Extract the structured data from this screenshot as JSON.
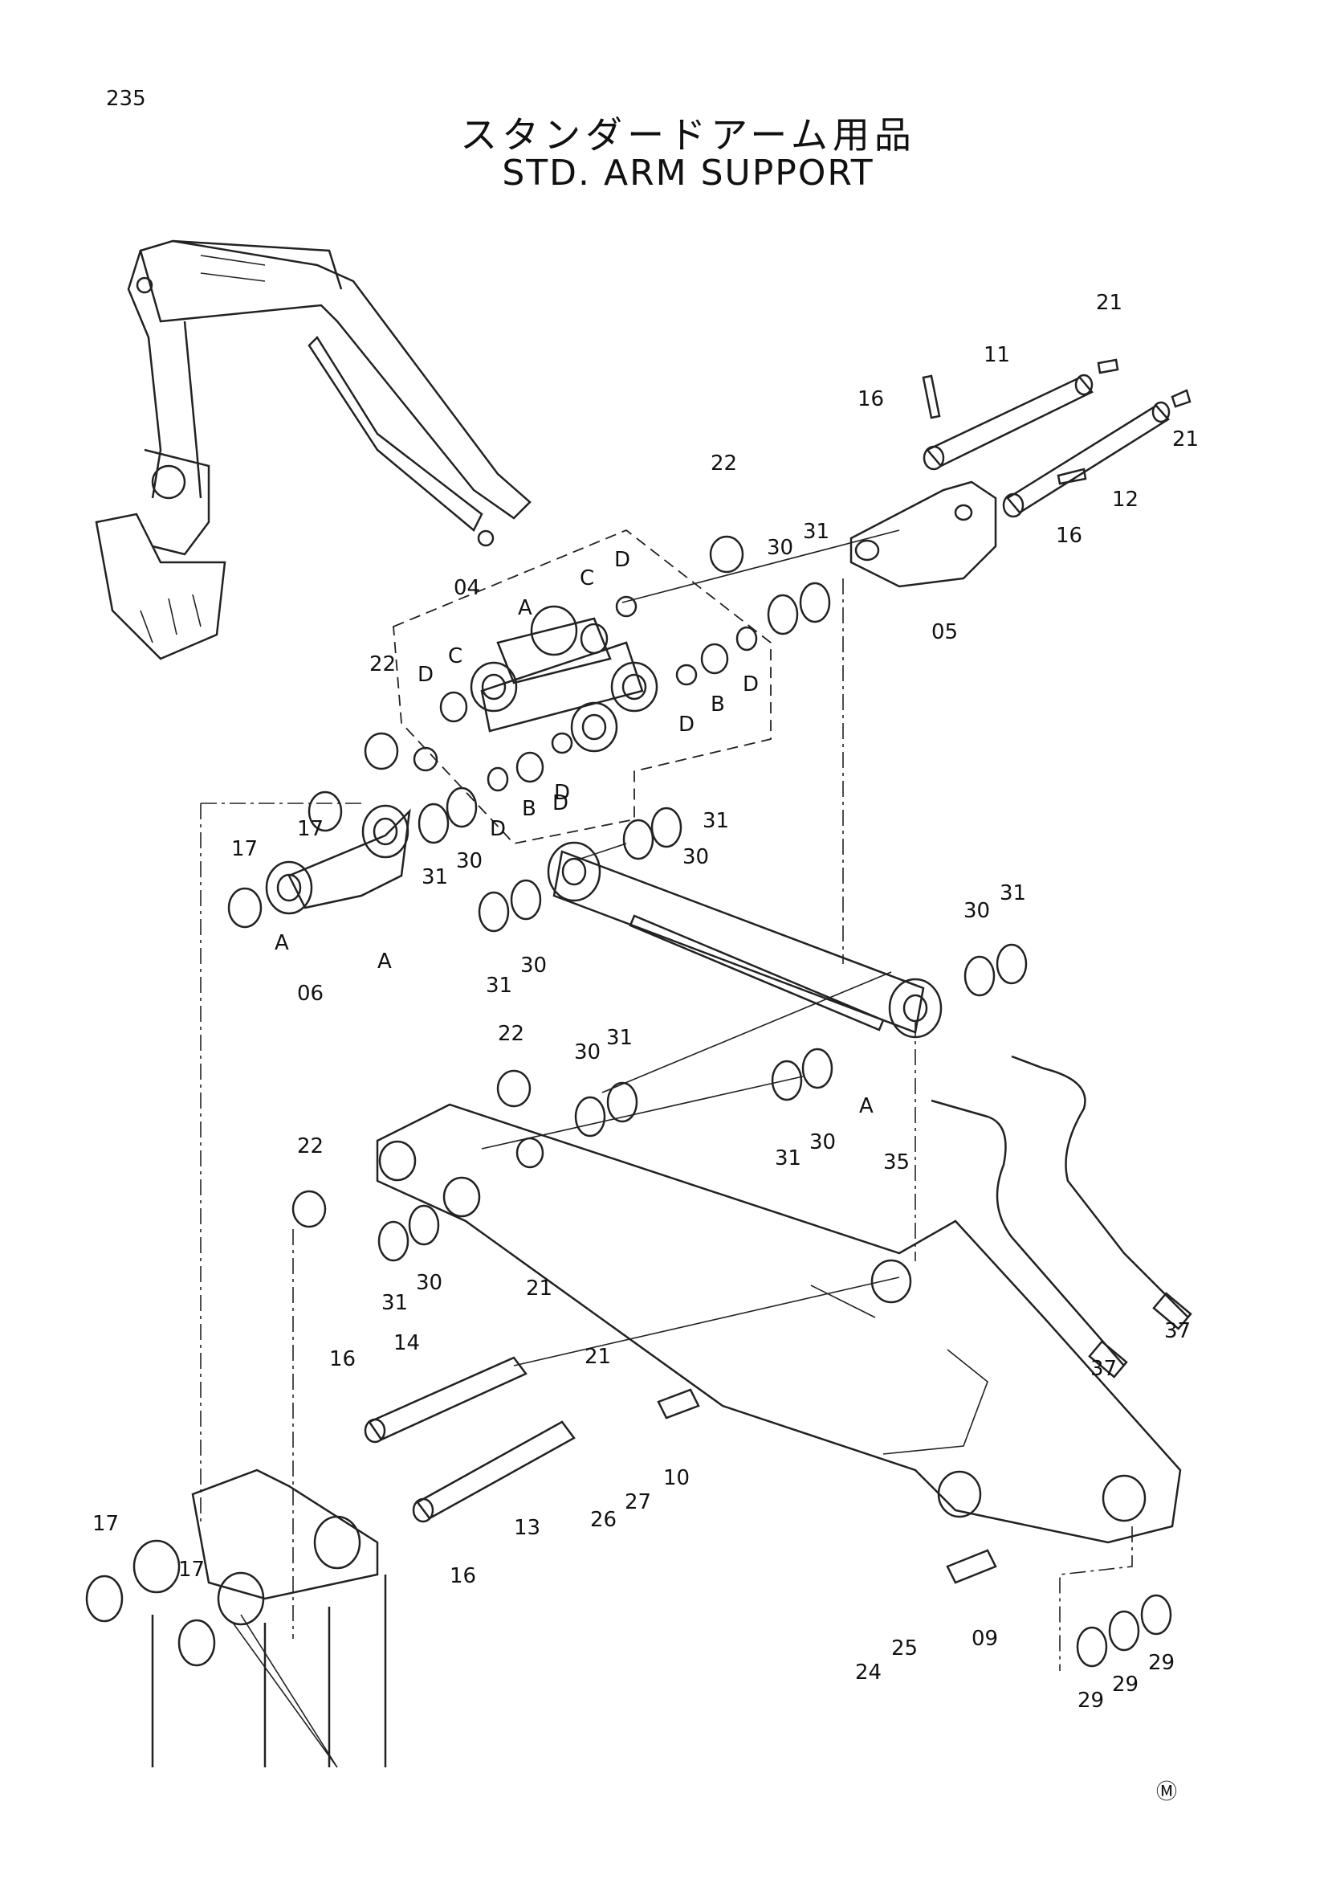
{
  "page": {
    "number": "235",
    "title_jp": "スタンダードアーム用品",
    "title_en": "STD. ARM SUPPORT",
    "mark": "Ⓜ"
  },
  "callouts": [
    {
      "id": "c21a",
      "text": "21"
    },
    {
      "id": "c11",
      "text": "11"
    },
    {
      "id": "c16a",
      "text": "16"
    },
    {
      "id": "c21b",
      "text": "21"
    },
    {
      "id": "c12",
      "text": "12"
    },
    {
      "id": "c16b",
      "text": "16"
    },
    {
      "id": "c05",
      "text": "05"
    },
    {
      "id": "c22a",
      "text": "22"
    },
    {
      "id": "c30a",
      "text": "30"
    },
    {
      "id": "c31a",
      "text": "31"
    },
    {
      "id": "c04",
      "text": "04"
    },
    {
      "id": "cA1",
      "text": "A"
    },
    {
      "id": "cC1",
      "text": "C"
    },
    {
      "id": "cD1",
      "text": "D"
    },
    {
      "id": "cD2",
      "text": "D"
    },
    {
      "id": "cC2",
      "text": "C"
    },
    {
      "id": "cD3",
      "text": "D"
    },
    {
      "id": "cB1",
      "text": "B"
    },
    {
      "id": "cD4",
      "text": "D"
    },
    {
      "id": "c22b",
      "text": "22"
    },
    {
      "id": "cD5",
      "text": "D"
    },
    {
      "id": "cB2",
      "text": "B"
    },
    {
      "id": "cD6",
      "text": "D"
    },
    {
      "id": "cD7",
      "text": "D"
    },
    {
      "id": "c17a",
      "text": "17"
    },
    {
      "id": "c17b",
      "text": "17"
    },
    {
      "id": "c31b",
      "text": "31"
    },
    {
      "id": "c30b",
      "text": "30"
    },
    {
      "id": "c31c",
      "text": "31"
    },
    {
      "id": "c30c",
      "text": "30"
    },
    {
      "id": "cA2",
      "text": "A"
    },
    {
      "id": "cA3",
      "text": "A"
    },
    {
      "id": "c06",
      "text": "06"
    },
    {
      "id": "c31d",
      "text": "31"
    },
    {
      "id": "c30d",
      "text": "30"
    },
    {
      "id": "c30e",
      "text": "30"
    },
    {
      "id": "c31e",
      "text": "31"
    },
    {
      "id": "c22c",
      "text": "22"
    },
    {
      "id": "c30f",
      "text": "30"
    },
    {
      "id": "c31f",
      "text": "31"
    },
    {
      "id": "c31g",
      "text": "31"
    },
    {
      "id": "c30g",
      "text": "30"
    },
    {
      "id": "cA4",
      "text": "A"
    },
    {
      "id": "c35",
      "text": "35"
    },
    {
      "id": "c22d",
      "text": "22"
    },
    {
      "id": "c31h",
      "text": "31"
    },
    {
      "id": "c30h",
      "text": "30"
    },
    {
      "id": "c37a",
      "text": "37"
    },
    {
      "id": "c37b",
      "text": "37"
    },
    {
      "id": "c21c",
      "text": "21"
    },
    {
      "id": "c16c",
      "text": "16"
    },
    {
      "id": "c14",
      "text": "14"
    },
    {
      "id": "c21d",
      "text": "21"
    },
    {
      "id": "c10",
      "text": "10"
    },
    {
      "id": "c26",
      "text": "26"
    },
    {
      "id": "c27",
      "text": "27"
    },
    {
      "id": "c13",
      "text": "13"
    },
    {
      "id": "c16d",
      "text": "16"
    },
    {
      "id": "c17c",
      "text": "17"
    },
    {
      "id": "c17d",
      "text": "17"
    },
    {
      "id": "c24",
      "text": "24"
    },
    {
      "id": "c25",
      "text": "25"
    },
    {
      "id": "c09",
      "text": "09"
    },
    {
      "id": "c29a",
      "text": "29"
    },
    {
      "id": "c29b",
      "text": "29"
    },
    {
      "id": "c29c",
      "text": "29"
    }
  ]
}
